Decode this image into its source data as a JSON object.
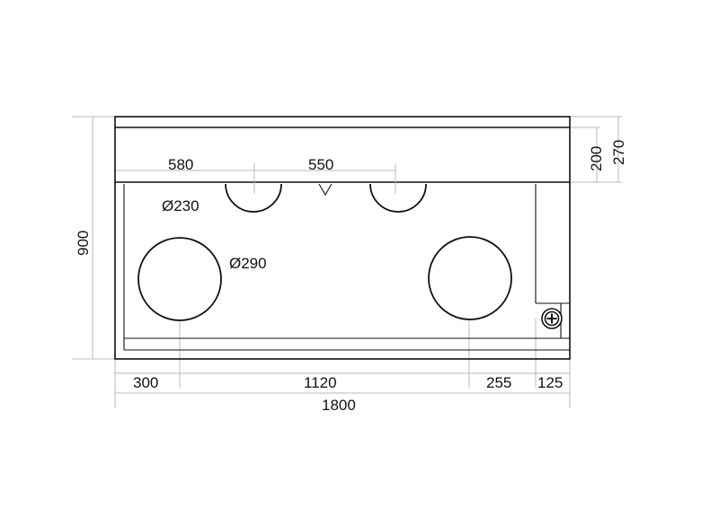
{
  "drawing": {
    "dimensions": {
      "left": "300",
      "middle": "1120",
      "right_gap": "255",
      "right_edge": "125",
      "overall_width": "1800",
      "overall_height": "900",
      "top_left": "580",
      "top_spacing": "550",
      "side_outer": "270",
      "side_inner": "200"
    },
    "labels": {
      "small_hole": "Ø230",
      "large_hole": "Ø290"
    },
    "colors": {
      "line": "#111111",
      "dimension_line": "#b9b9b9"
    },
    "icons": {
      "drain": "drain-icon"
    }
  }
}
